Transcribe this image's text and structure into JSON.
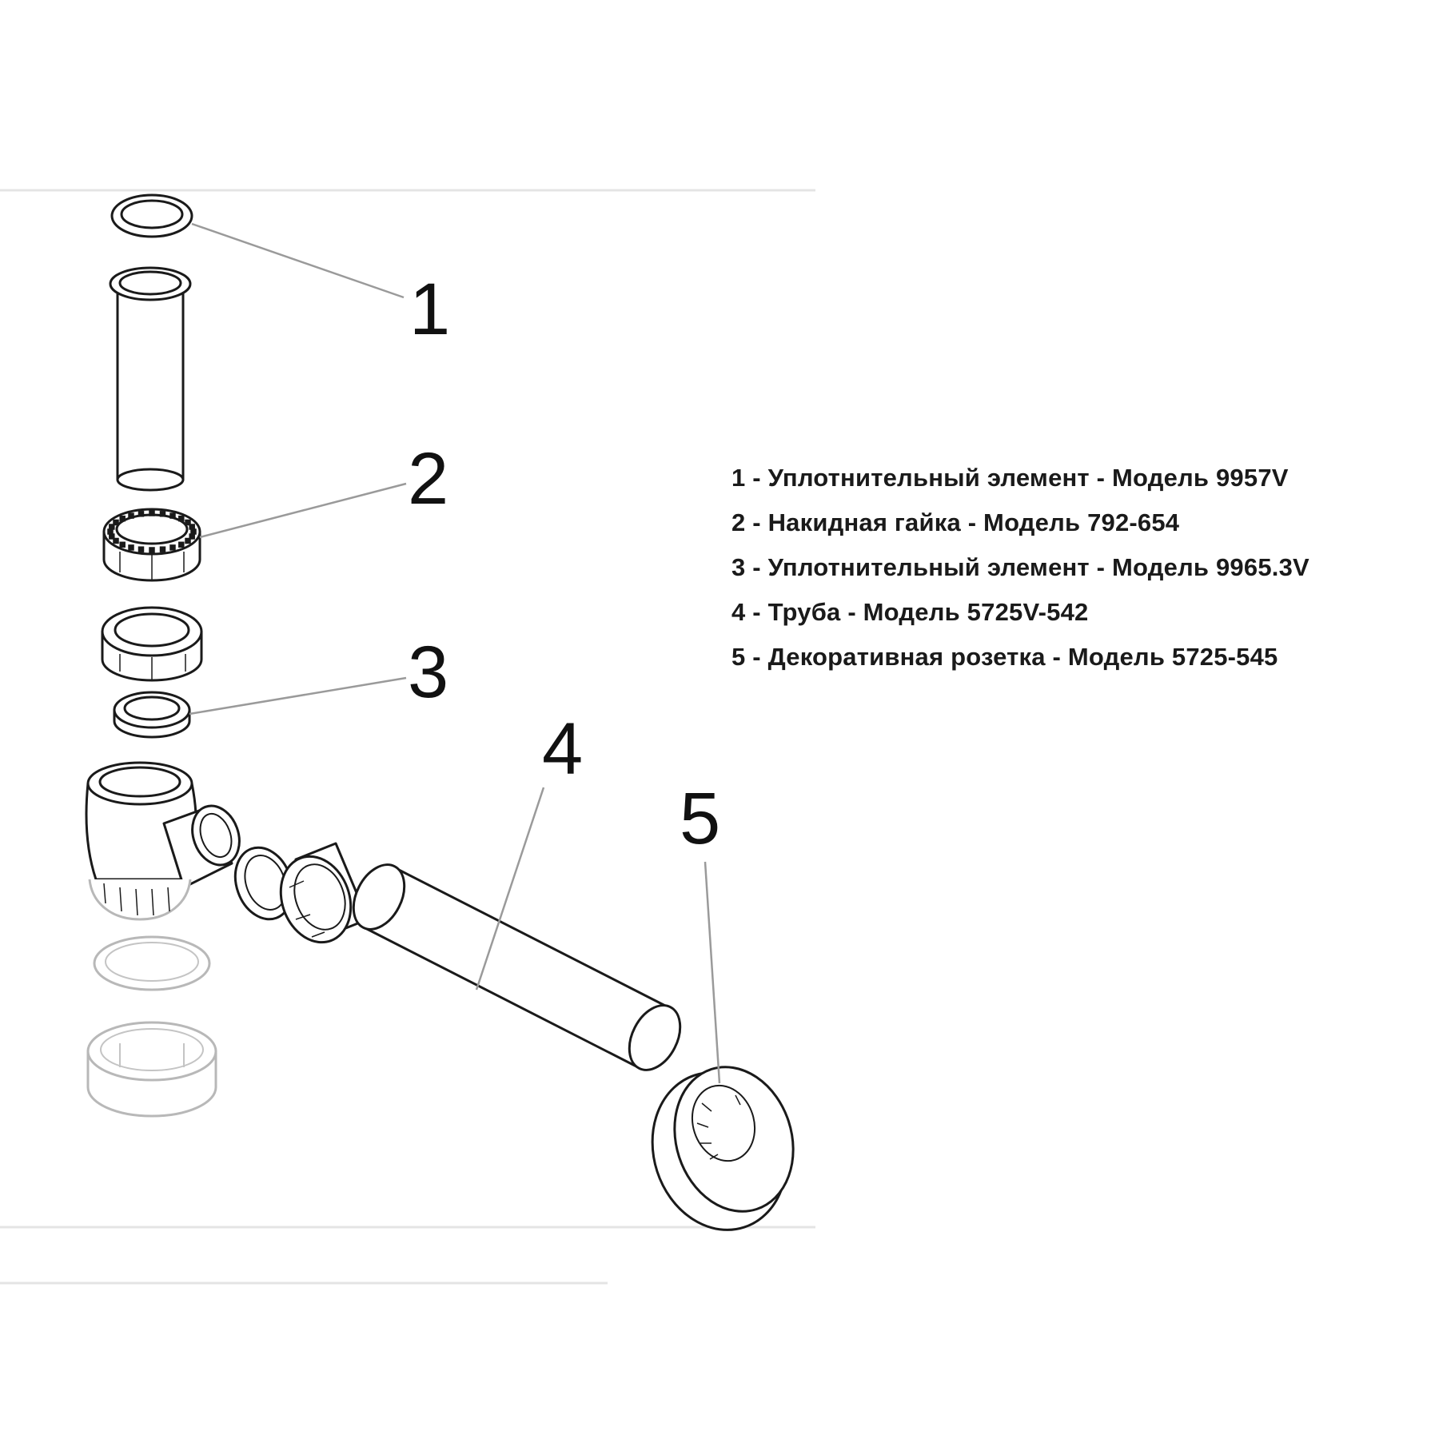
{
  "callouts": [
    "1",
    "2",
    "3",
    "4",
    "5"
  ],
  "legend": [
    "1 - Уплотнительный элемент - Модель 9957V",
    "2 - Накидная гайка - Модель 792-654",
    "3 - Уплотнительный элемент - Модель 9965.3V",
    "4 - Труба - Модель 5725V-542",
    "5 - Декоративная розетка - Модель 5725-545"
  ],
  "colors": {
    "line": "#1a1a1a",
    "leader": "#9a9a9a",
    "ghost_part": "#b8b8b8",
    "background": "#ffffff"
  }
}
